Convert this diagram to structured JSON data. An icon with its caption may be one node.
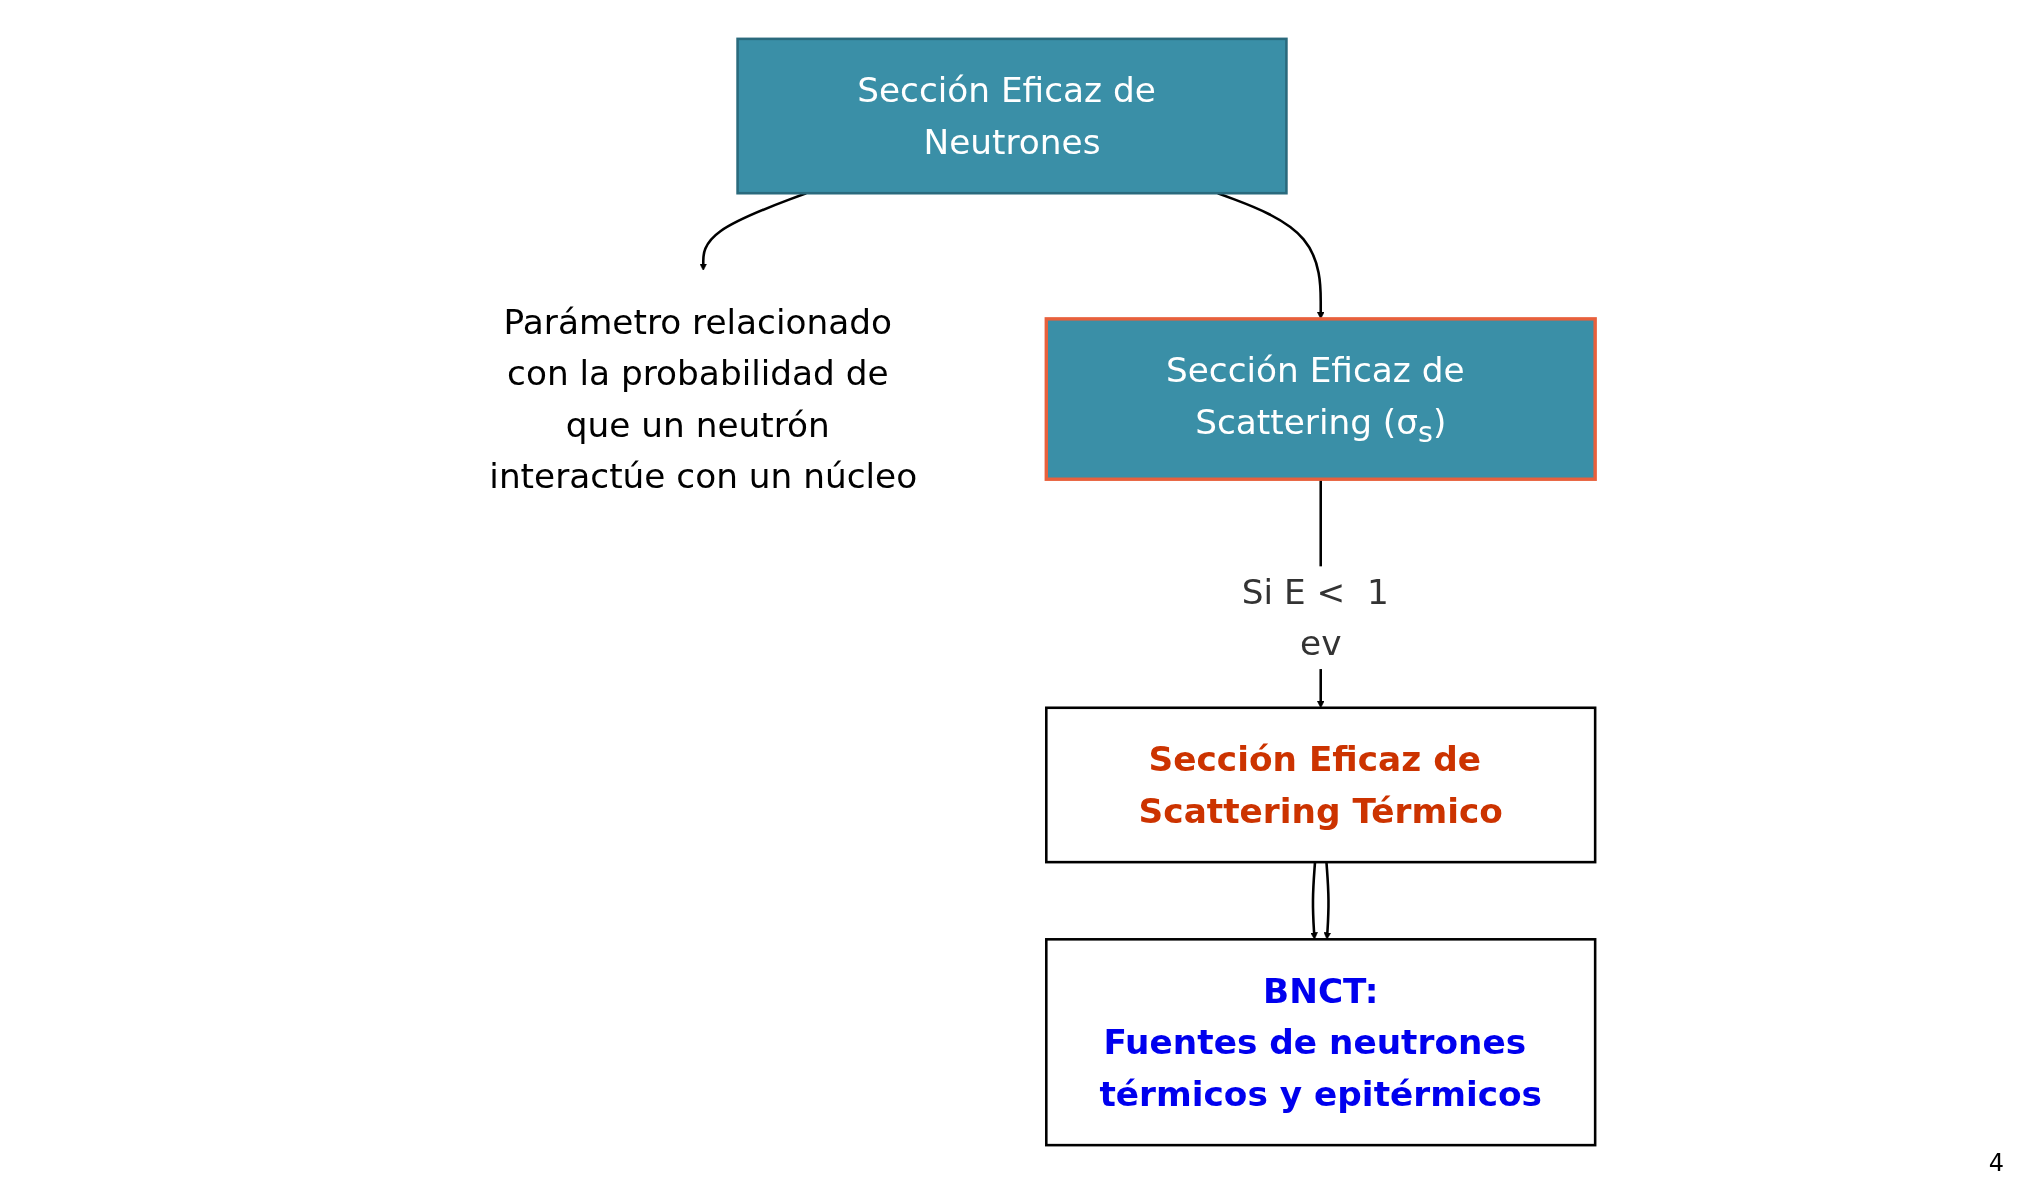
{
  "diagram": {
    "nodes": [
      {
        "text": [
          "Sección Eficaz de Neutrones"
        ]
      },
      {
        "text": [
          "Parámetro relacionado con la probabilidad de que un neutrón interactúe con un núcleo"
        ]
      },
      {
        "text": [
          "Sección Eficaz de Scattering (σ$_{s}$)"
        ]
      },
      {
        "text": [
          "Sección Eficaz de Scattering Térmico"
        ]
      },
      {
        "text": [
          "BNCT:",
          "Fuentes de neutrones térmicos y epitérmicos"
        ]
      }
    ],
    "edges": [
      {
        "from": 0,
        "to": 1,
        "arrow": "to"
      },
      {
        "from": 0,
        "to": 2,
        "arrow": "to"
      },
      {
        "from": 2,
        "to": 3,
        "label": "Si E <  1 ev",
        "arrow": "to"
      },
      {
        "from": 3,
        "to": 4,
        "arrow": "to"
      },
      {
        "from": 3,
        "to": 4,
        "arrow": "to"
      }
    ],
    "labels": [
      "4"
    ]
  }
}
